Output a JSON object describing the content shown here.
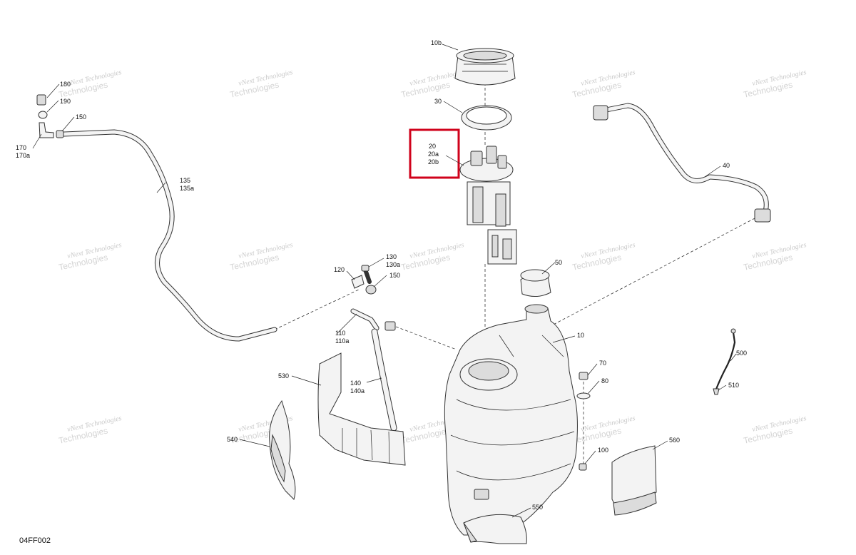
{
  "diagram": {
    "reference_code": "04FF002",
    "watermark": {
      "line1": "vNext Technologies",
      "line2": "Technologies"
    },
    "highlight": {
      "color": "#d0021b",
      "labels": [
        "20",
        "20a",
        "20b"
      ]
    },
    "labels": {
      "p10b": "10b",
      "p30": "30",
      "p180": "180",
      "p190": "190",
      "p150a": "150",
      "p170": "170",
      "p170a": "170a",
      "p135": "135",
      "p135a": "135a",
      "p40": "40",
      "p130": "130",
      "p130a": "130a",
      "p120": "120",
      "p150b": "150",
      "p50": "50",
      "p110": "110",
      "p110a": "110a",
      "p10": "10",
      "p500": "500",
      "p530": "530",
      "p140": "140",
      "p140a": "140a",
      "p70": "70",
      "p80": "80",
      "p510": "510",
      "p540": "540",
      "p100": "100",
      "p560": "560",
      "p550": "550"
    }
  }
}
